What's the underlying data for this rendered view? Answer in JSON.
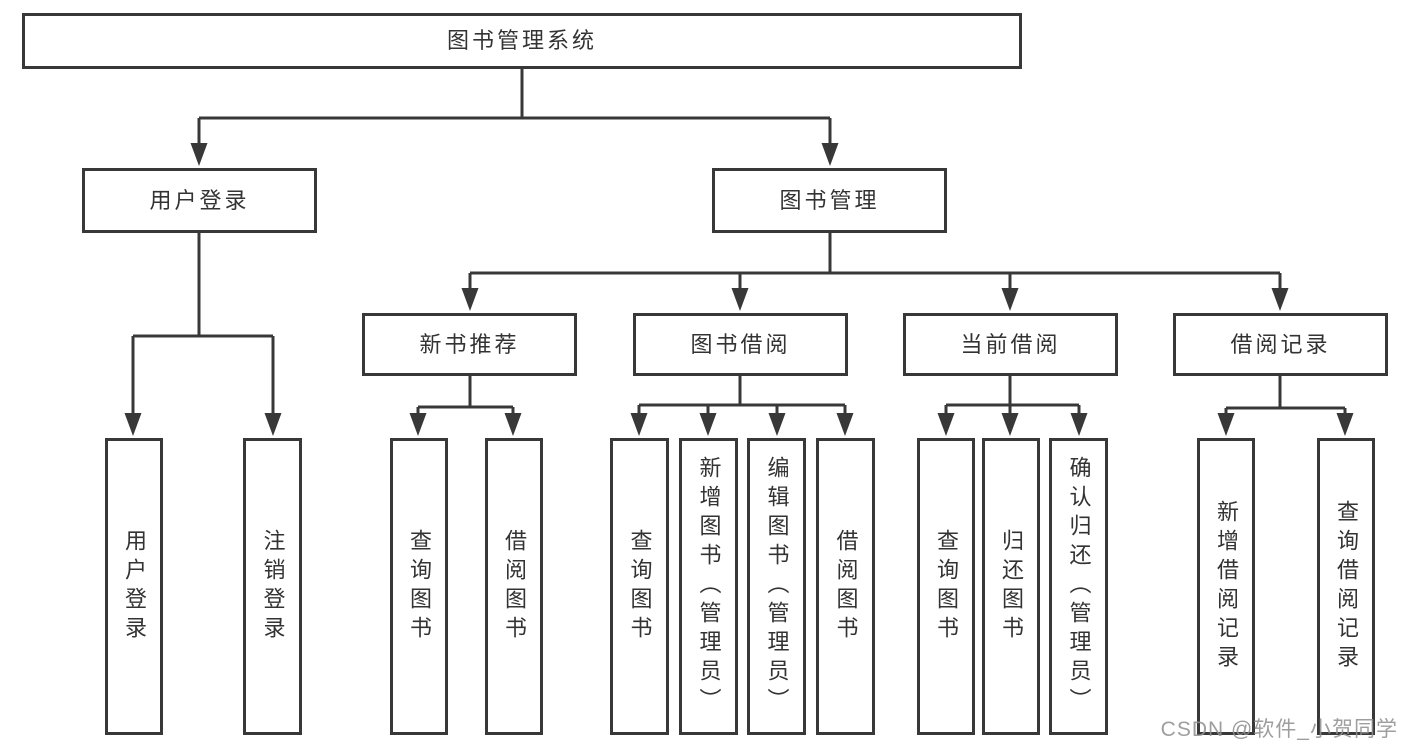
{
  "diagram": {
    "title": "图书管理系统",
    "root": {
      "label": "图书管理系统"
    },
    "branches": [
      {
        "label": "用户登录",
        "children": [
          {
            "label": "用户登录"
          },
          {
            "label": "注销登录"
          }
        ]
      },
      {
        "label": "图书管理",
        "children": [
          {
            "label": "新书推荐",
            "children": [
              {
                "label": "查询图书"
              },
              {
                "label": "借阅图书"
              }
            ]
          },
          {
            "label": "图书借阅",
            "children": [
              {
                "label": "查询图书"
              },
              {
                "label": "新增图书（管理员）"
              },
              {
                "label": "编辑图书（管理员）"
              },
              {
                "label": "借阅图书"
              }
            ]
          },
          {
            "label": "当前借阅",
            "children": [
              {
                "label": "查询图书"
              },
              {
                "label": "归还图书"
              },
              {
                "label": "确认归还（管理员）"
              }
            ]
          },
          {
            "label": "借阅记录",
            "children": [
              {
                "label": "新增借阅记录"
              },
              {
                "label": "查询借阅记录"
              }
            ]
          }
        ]
      }
    ]
  },
  "watermark": {
    "text": "CSDN @软件_小贺同学"
  },
  "colors": {
    "line": "#383838",
    "box_border": "#383838",
    "text": "#333333",
    "watermark": "#919191",
    "background": "#ffffff"
  }
}
